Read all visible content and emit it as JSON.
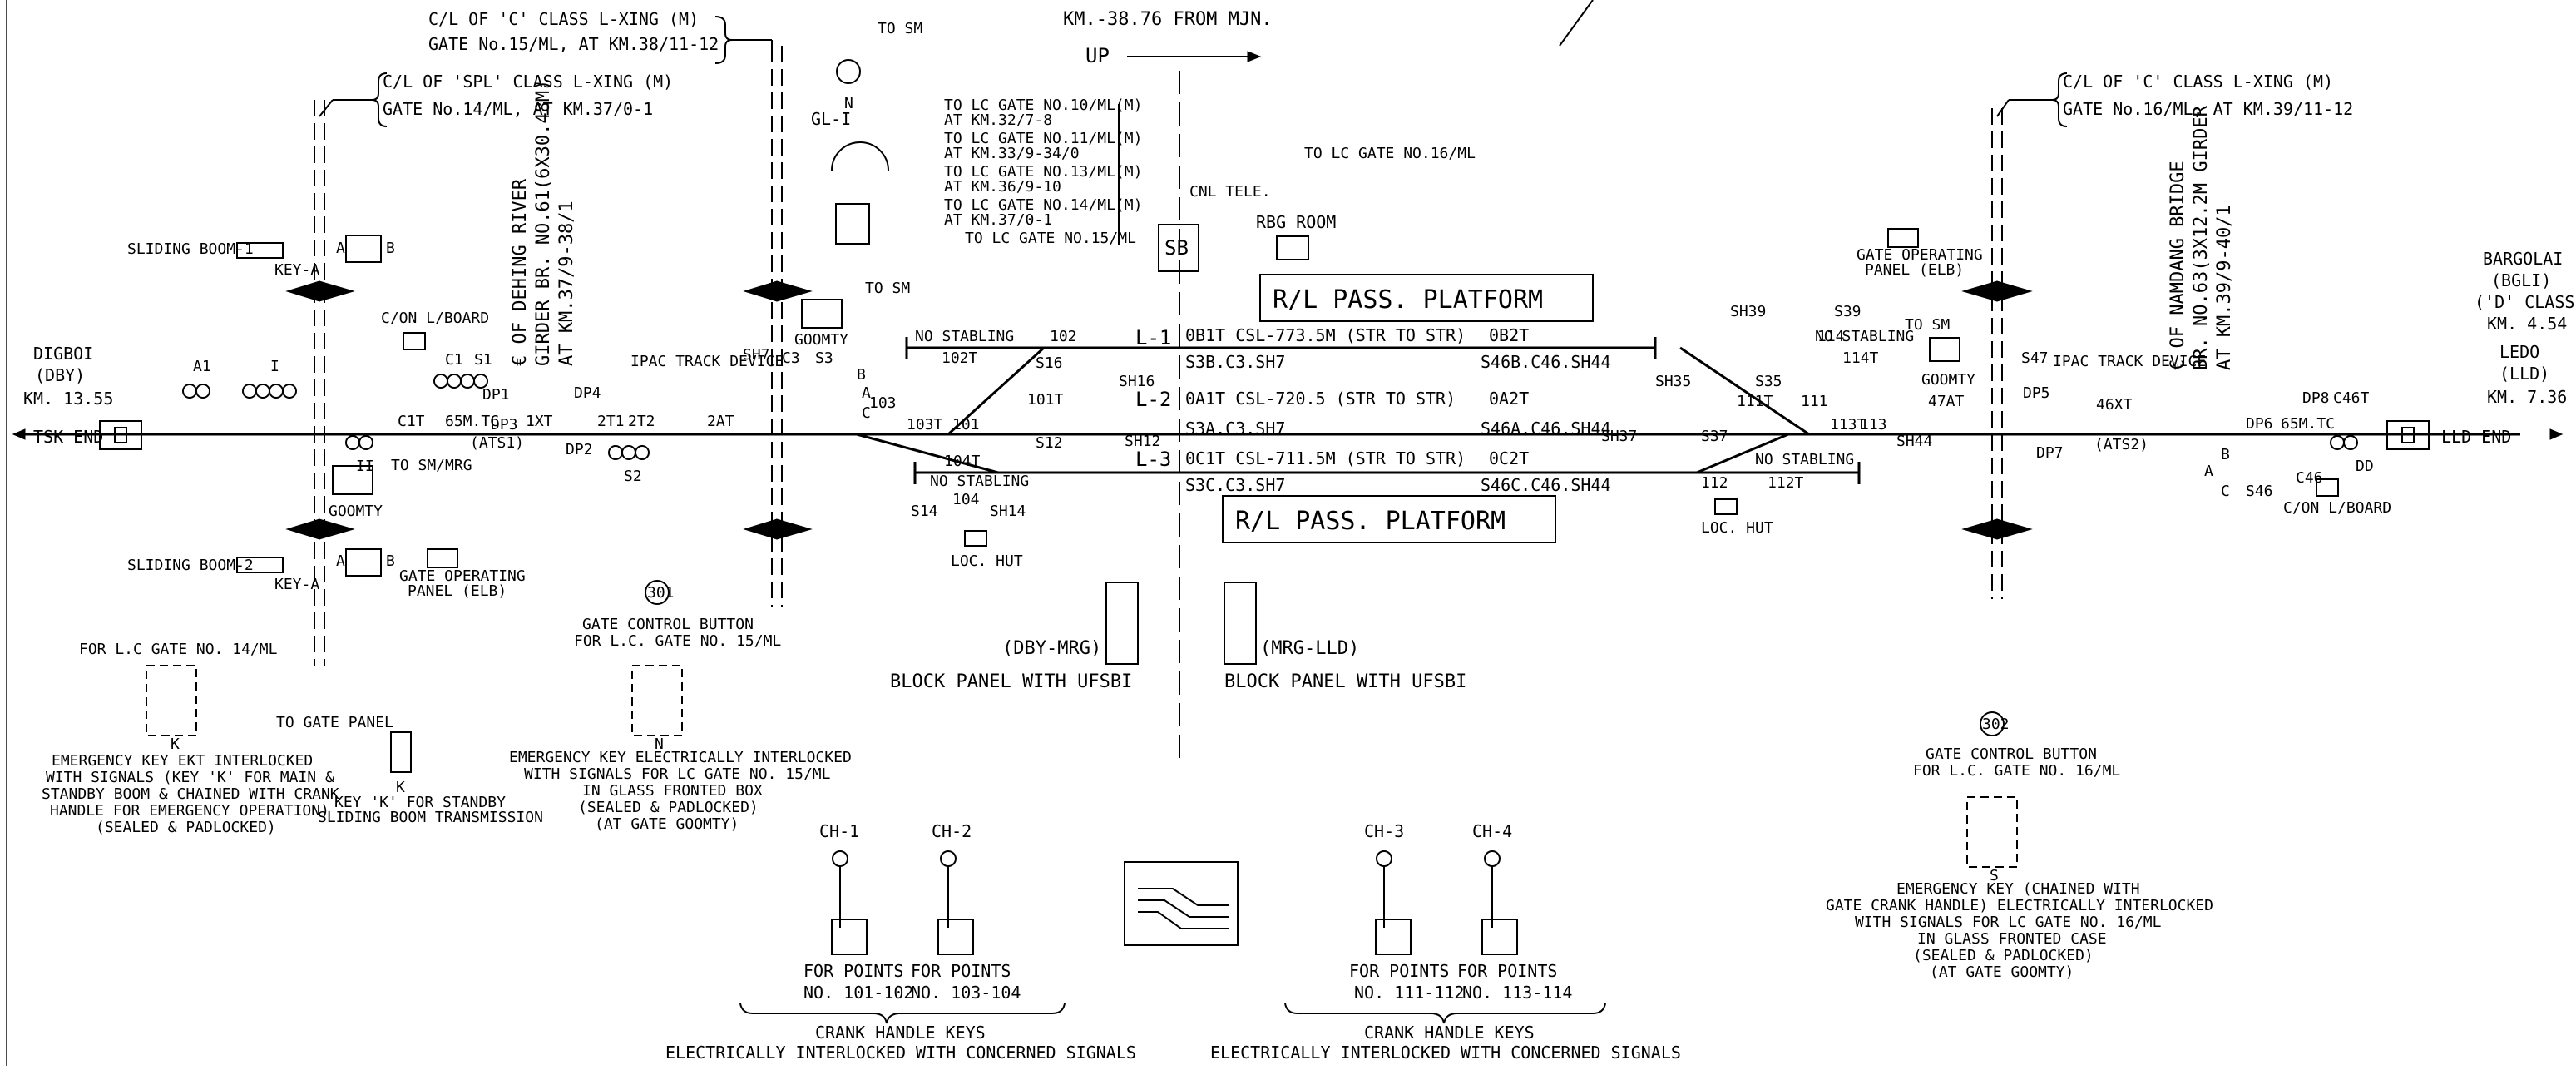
{
  "header": {
    "km_from": "KM.-38.76 FROM MJN.",
    "up_label": "UP"
  },
  "track_ends": {
    "left": "TSK END",
    "right": "LLD END"
  },
  "stations": {
    "left": {
      "l1": "DIGBOI",
      "l2": "(DBY)",
      "l3": "KM. 13.55"
    },
    "right": {
      "l1": "BARGOLAI",
      "l2": "(BGLI)",
      "l3": "('D' CLASS)",
      "l4": "KM. 4.54",
      "l5": "LEDO",
      "l6": "(LLD)",
      "l7": "KM. 7.36"
    }
  },
  "level_crossings": {
    "gate15_a": "C/L OF 'C' CLASS L-XING (M)",
    "gate15_b": "GATE No.15/ML, AT KM.38/11-12",
    "gate14_a": "C/L OF 'SPL' CLASS L-XING (M)",
    "gate14_b": "GATE No.14/ML, AT KM.37/0-1",
    "gate16_a": "C/L OF 'C' CLASS L-XING (M)",
    "gate16_b": "GATE No.16/ML, AT KM.39/11-12"
  },
  "bridges": {
    "dehing": [
      "€ OF DEHING RIVER",
      "GIRDER BR. NO.61(6X30.48M)",
      "AT KM.37/9-38/1"
    ],
    "namdang": [
      "€ OF NAMDANG BRIDGE",
      "BR. NO.63(3X12.2M GIRDER",
      "AT KM.39/9-40/1"
    ]
  },
  "lc_gates_list": [
    "TO LC GATE NO.10/ML(M)",
    "AT KM.32/7-8",
    "TO LC GATE NO.11/ML(M)",
    "AT KM.33/9-34/0",
    "TO LC GATE NO.13/ML(M)",
    "AT KM.36/9-10",
    "TO LC GATE NO.14/ML(M)",
    "AT KM.37/0-1",
    "TO LC GATE NO.15/ML"
  ],
  "misc": {
    "to_sm": "TO SM",
    "to_sm_mrg": "TO SM/MRG",
    "to_gate_16": "TO LC GATE NO.16/ML",
    "cnl_tele": "CNL TELE.",
    "gl1": "GL-I",
    "rbg_room": "RBG ROOM",
    "sb": "SB",
    "n": "N",
    "k": "K",
    "s": "S",
    "goomty": "GOOMTY",
    "con_lboard": "C/ON L/BOARD",
    "ipac": "IPAC TRACK DEVICE",
    "gate_panel_a": "GATE OPERATING",
    "gate_panel_b": "PANEL (ELB)",
    "loc_hut": "LOC. HUT",
    "sliding_boom1": "SLIDING BOOM-1",
    "sliding_boom2": "SLIDING BOOM-2",
    "key_a": "KEY-A",
    "no_stabling": "NO STABLING",
    "circle301": "301",
    "circle302": "302",
    "to_gate_panel": "TO GATE PANEL"
  },
  "platforms": {
    "top": "R/L PASS. PLATFORM",
    "bottom": "R/L PASS. PLATFORM"
  },
  "lines": {
    "l1": "L-1",
    "l2": "L-2",
    "l3": "L-3",
    "l1_info": "0B1T  CSL-773.5M (STR TO STR)",
    "l1_right": "0B2T",
    "l1_sig_l": "S3B.C3.SH7",
    "l1_sig_r": "S46B.C46.SH44",
    "l2_info": "0A1T  CSL-720.5 (STR TO STR)",
    "l2_right": "0A2T",
    "l2_sig_l": "S3A.C3.SH7",
    "l2_sig_r": "S46A.C46.SH44",
    "l3_info": "0C1T  CSL-711.5M (STR TO STR)",
    "l3_right": "0C2T",
    "l3_sig_l": "S3C.C3.SH7",
    "l3_sig_r": "S46C.C46.SH44"
  },
  "track_labels": {
    "a1": "A1",
    "i": "I",
    "ii": "II",
    "c1": "C1",
    "s1": "S1",
    "c1t": "C1T",
    "sm_tc_l": "65M.TC",
    "ats1": "(ATS1)",
    "one_xt": "1XT",
    "dp1": "DP1",
    "dp2": "DP2",
    "dp3": "DP3",
    "dp4": "DP4",
    "two_t1": "2T1",
    "two_t2": "2T2",
    "two_at": "2AT",
    "s2": "S2",
    "sh7": "SH7",
    "c3": "C3",
    "s3": "S3",
    "b": "B",
    "a": "A",
    "c": "C",
    "p103": "103",
    "p103t": "103T",
    "p104t": "104T",
    "p102": "102",
    "p102t": "102T",
    "p101": "101",
    "p101t": "101T",
    "p104": "104",
    "s16": "S16",
    "sh16": "SH16",
    "s12": "S12",
    "sh12": "SH12",
    "s14": "S14",
    "sh14": "SH14",
    "sh39": "SH39",
    "s39": "S39",
    "p114": "114",
    "p114t": "114T",
    "sh35": "SH35",
    "s35": "S35",
    "p111t": "111T",
    "p111": "111",
    "p113t": "113T",
    "p113": "113",
    "sh44": "SH44",
    "sh37": "SH37",
    "s37": "S37",
    "p112": "112",
    "p112t": "112T",
    "p47at": "47AT",
    "s47": "S47",
    "dp5": "DP5",
    "dp7": "DP7",
    "p46xt": "46XT",
    "ats2": "(ATS2)",
    "dp8": "DP8",
    "c46t": "C46T",
    "dp6": "DP6",
    "sm_tc_r": "65M.TC",
    "s46": "S46",
    "c46": "C46",
    "dd": "DD"
  },
  "block_panels": {
    "left_dir": "(DBY-MRG)",
    "left_label": "BLOCK PANEL WITH UFSBI",
    "right_dir": "(MRG-LLD)",
    "right_label": "BLOCK PANEL WITH UFSBI"
  },
  "notes": {
    "lc14_title": "FOR L.C GATE NO. 14/ML",
    "lc14_desc": [
      "EMERGENCY KEY EKT INTERLOCKED",
      "WITH SIGNALS (KEY 'K' FOR MAIN &",
      "STANDBY BOOM & CHAINED WITH CRANK",
      "HANDLE FOR EMERGENCY OPERATION)",
      "(SEALED & PADLOCKED)"
    ],
    "key_k": [
      "KEY 'K' FOR STANDBY",
      "SLIDING BOOM TRANSMISSION"
    ],
    "lc15_title": [
      "GATE CONTROL BUTTON",
      "FOR L.C. GATE NO. 15/ML"
    ],
    "lc15_desc": [
      "EMERGENCY KEY ELECTRICALLY INTERLOCKED",
      "WITH SIGNALS FOR LC GATE NO. 15/ML",
      "IN GLASS FRONTED BOX",
      "(SEALED & PADLOCKED)",
      "(AT GATE GOOMTY)"
    ],
    "lc16_title": [
      "GATE CONTROL BUTTON",
      "FOR L.C. GATE NO. 16/ML"
    ],
    "lc16_desc": [
      "EMERGENCY KEY (CHAINED WITH",
      "GATE CRANK HANDLE) ELECTRICALLY INTERLOCKED",
      "WITH SIGNALS FOR LC GATE NO. 16/ML",
      "IN GLASS FRONTED CASE",
      "(SEALED & PADLOCKED)",
      "(AT GATE GOOMTY)"
    ]
  },
  "crank_handles": {
    "ch1": "CH-1",
    "ch2": "CH-2",
    "ch3": "CH-3",
    "ch4": "CH-4",
    "for_points": "FOR POINTS",
    "p1": "NO. 101-102",
    "p2": "NO. 103-104",
    "p3": "NO. 111-112",
    "p4": "NO. 113-114",
    "group_a": "CRANK HANDLE KEYS",
    "group_b": "ELECTRICALLY INTERLOCKED WITH CONCERNED SIGNALS"
  }
}
